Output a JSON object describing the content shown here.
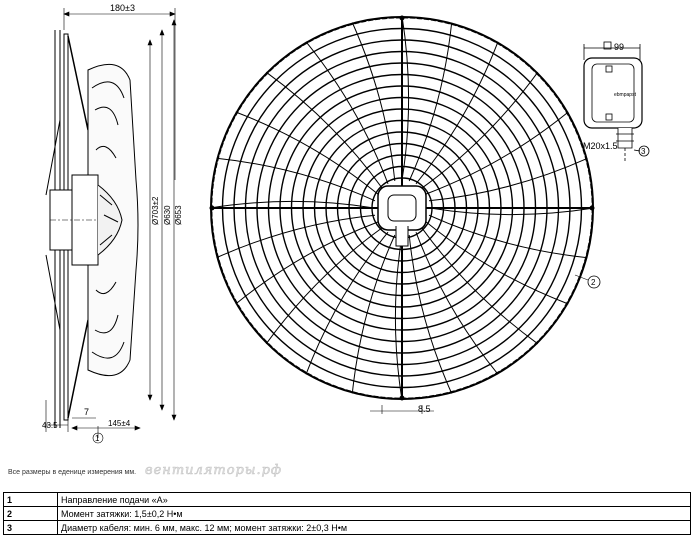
{
  "dimensions": {
    "side_depth": "180±3",
    "dia_703": "Ø703±2",
    "dia_630": "Ø630",
    "dia_653": "Ø653",
    "seven": "7",
    "base": "43.5",
    "depth145": "145±4",
    "bolt": "8.5",
    "box99": "99",
    "cable_gland": "M20x1.5",
    "box_brand": "ebmpapst"
  },
  "callouts": {
    "one": "1",
    "two": "2",
    "three": "3"
  },
  "note": "Все размеры в еденице измерения мм.",
  "watermark": "вентиляторы.рф",
  "legend": [
    {
      "num": "1",
      "text": "Направление подачи «А»"
    },
    {
      "num": "2",
      "text": "Момент затяжки: 1,5±0,2 Н•м"
    },
    {
      "num": "3",
      "text": "Диаметр кабеля: мин. 6 мм, макс. 12 мм; момент затяжки: 2±0,3 Н•м"
    }
  ]
}
